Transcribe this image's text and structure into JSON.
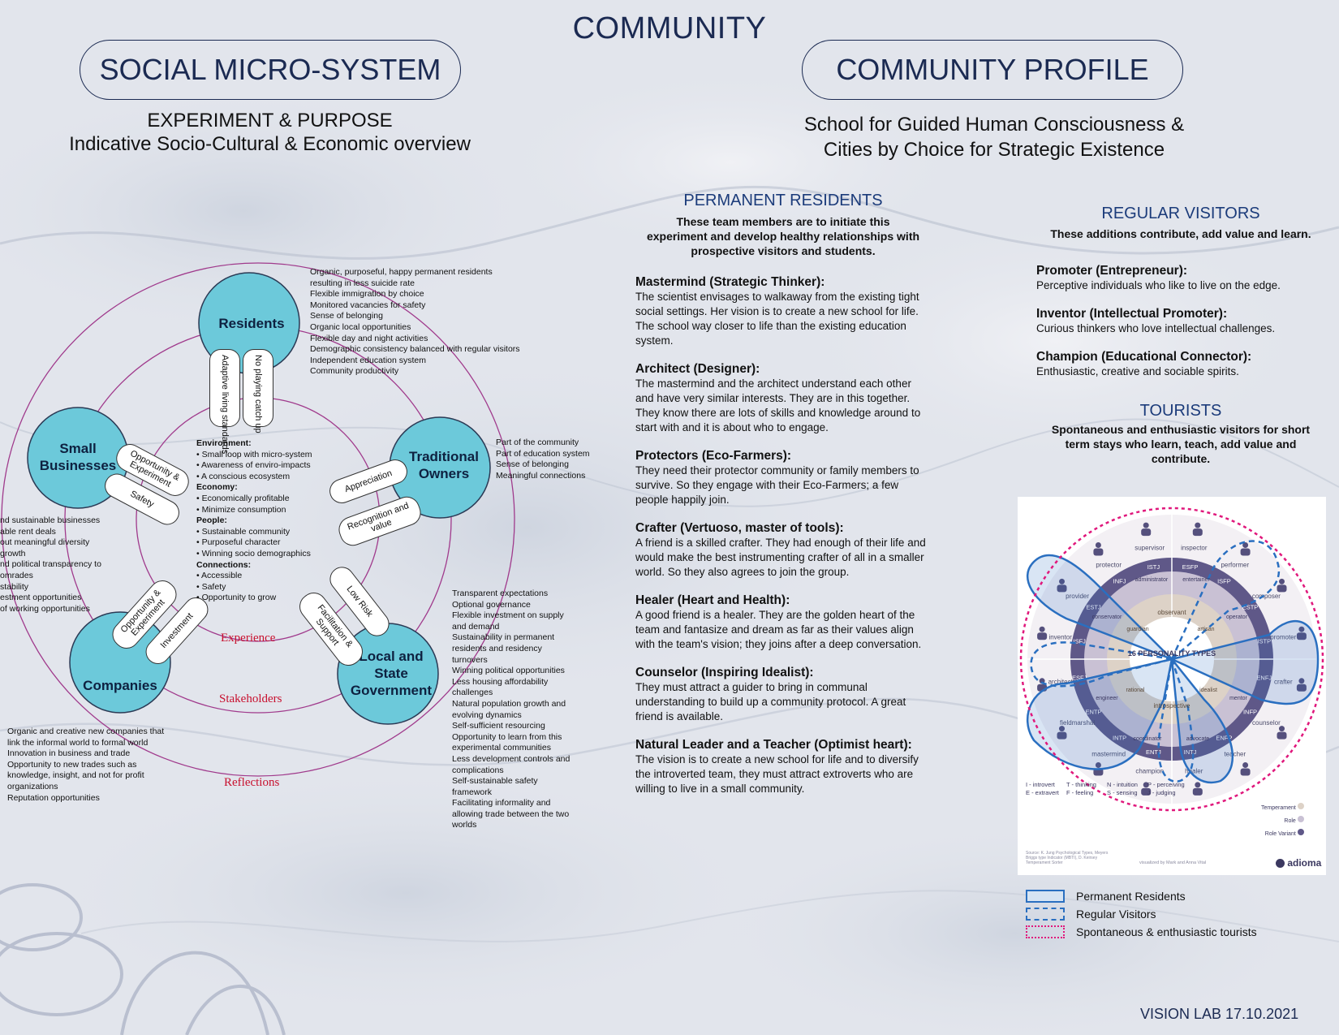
{
  "title": "COMMUNITY",
  "left": {
    "pill": "SOCIAL MICRO-SYSTEM",
    "subtitle1": "EXPERIMENT & PURPOSE",
    "subtitle2": "Indicative Socio-Cultural & Economic overview",
    "nodes": {
      "residents": "Residents",
      "small_businesses": "Small Businesses",
      "traditional_owners": "Traditional Owners",
      "companies": "Companies",
      "government": "Local and State Government"
    },
    "chips": {
      "no_playing": "No playing catch up",
      "adaptive": "Adaptive living standards",
      "opp_exp_top": "Opportunity & Experiment",
      "safety": "Safety",
      "appreciation": "Appreciation",
      "recognition": "Recognition and value",
      "opp_exp_bottom": "Opportunity & Experiment",
      "investment": "Investment",
      "low_risk": "Low Risk",
      "facilitation": "Facilitation & Support"
    },
    "ring_labels": [
      "Experience",
      "Stakeholders",
      "Reflections"
    ],
    "residents_notes": [
      "Organic, purposeful, happy permanent residents",
      "resulting in less suicide rate",
      "Flexible immigration by choice",
      "Monitored vacancies for safety",
      "Sense of belonging",
      "Organic local opportunities",
      "Flexible day and night activities",
      "Demographic consistency balanced with regular visitors",
      "Independent education system",
      "Community productivity"
    ],
    "owners_notes": [
      "Part of the community",
      "Part of education system",
      "Sense of belonging",
      "Meaningful connections"
    ],
    "business_notes": [
      "nd sustainable businesses",
      "able rent deals",
      "out meaningful diversity",
      " growth",
      "nd political transparency to",
      "omrades",
      "stability",
      "estment opportunities",
      "of working opportunities"
    ],
    "companies_notes": [
      "Organic and creative new companies that",
      "link the informal world to formal world",
      "Innovation in business and trade",
      "Opportunity to new trades such as",
      "knowledge, insight, and not for profit",
      "organizations",
      "Reputation opportunities"
    ],
    "government_notes": [
      "Transparent expectations",
      "Optional governance",
      "Flexible investment on supply",
      "and demand",
      "Sustainability in permanent",
      "residents and residency",
      "turnovers",
      "Winning political opportunities",
      "Less housing affordability",
      "challenges",
      "Natural population growth and",
      "evolving dynamics",
      "Self-sufficient resourcing",
      "Opportunity to learn from this",
      "experimental communities",
      "Less development controls and",
      "complications",
      "Self-sustainable safety",
      "framework",
      "Facilitating informality and",
      "allowing trade between the two",
      "worlds"
    ],
    "center_notes": [
      {
        "h": "Environment:",
        "items": [
          "• Small loop with micro-system",
          "• Awareness of enviro-impacts",
          "• A conscious ecosystem"
        ]
      },
      {
        "h": "Economy:",
        "items": [
          "• Economically profitable",
          "• Minimize consumption"
        ]
      },
      {
        "h": "People:",
        "items": [
          "• Sustainable community",
          "• Purposeful character",
          "• Winning socio demographics"
        ]
      },
      {
        "h": "Connections:",
        "items": [
          "• Accessible",
          "• Safety",
          "• Opportunity to grow"
        ]
      }
    ]
  },
  "right": {
    "pill": "COMMUNITY PROFILE",
    "subtitle1": "School for Guided Human Consciousness &",
    "subtitle2": "Cities by Choice for Strategic Existence",
    "permanent": {
      "heading": "PERMANENT RESIDENTS",
      "intro": "These team members are to initiate this experiment and develop healthy relationships with prospective visitors and students.",
      "roles": [
        {
          "title": "Mastermind (Strategic Thinker):",
          "text": "The scientist envisages to walkaway from the existing tight social settings. Her vision is to create a new school for life. The school way closer to life than the existing education system."
        },
        {
          "title": "Architect (Designer):",
          "text": "The mastermind and the architect understand each other and have very similar interests. They are in this together. They know there are lots of skills and knowledge around to start with and it is about who to engage."
        },
        {
          "title": "Protectors (Eco-Farmers):",
          "text": "They need their protector community or family members to survive. So they engage with their Eco-Farmers; a few people happily join."
        },
        {
          "title": "Crafter (Vertuoso, master of tools):",
          "text": "A friend is a skilled crafter. They had enough of their life and would make the best instrumenting crafter of all in a smaller world. So they also agrees to join the group."
        },
        {
          "title": "Healer (Heart and Health):",
          "text": "A good friend is a healer. They are the golden heart of the team and fantasize and dream as far as their values align with the team's vision; they joins after a deep conversation."
        },
        {
          "title": "Counselor (Inspiring Idealist):",
          "text": "They must attract a guider to bring in communal understanding to build up a community protocol. A great friend is available."
        },
        {
          "title": "Natural Leader and a Teacher (Optimist heart):",
          "text": "The vision is to create a new school for life and to diversify the introverted team, they must attract extroverts who are willing to live in a small community."
        }
      ]
    },
    "visitors": {
      "heading": "REGULAR VISITORS",
      "intro": "These additions contribute, add value and learn.",
      "roles": [
        {
          "title": "Promoter (Entrepreneur):",
          "text": "Perceptive individuals who like to live on the edge."
        },
        {
          "title": "Inventor (Intellectual Promoter):",
          "text": "Curious thinkers who love intellectual challenges."
        },
        {
          "title": "Champion (Educational Connector):",
          "text": "Enthusiastic, creative and sociable spirits."
        }
      ]
    },
    "tourists": {
      "heading": "TOURISTS",
      "intro": "Spontaneous and enthusiastic visitors for short term stays who learn, teach, add value and contribute."
    },
    "wheel": {
      "center_title": "16 PERSONALITY TYPES",
      "inner": [
        "observant",
        "introspective"
      ],
      "temperaments": [
        "guardian",
        "artisan",
        "rational",
        "idealist"
      ],
      "role_variants": [
        "administrator",
        "entertainer",
        "conservator",
        "operator",
        "coordinator",
        "engineer",
        "mentor",
        "advocate"
      ],
      "types": [
        "ISTJ",
        "ESFP",
        "ISFP",
        "ESTP",
        "ISTP",
        "ENFJ",
        "INFP",
        "ENFP",
        "INTJ",
        "ENTJ",
        "INTP",
        "ENTP",
        "ESFJ",
        "ISFJ",
        "ESTJ",
        "INFJ"
      ],
      "roles": [
        "supervisor",
        "inspector",
        "performer",
        "composer",
        "promoter",
        "crafter",
        "counselor",
        "teacher",
        "healer",
        "champion",
        "mastermind",
        "fieldmarshal",
        "architect",
        "inventor",
        "provider",
        "protector"
      ],
      "key_left": [
        "I - introvert",
        "E - extravert"
      ],
      "key_mid": [
        "T - thinking",
        "F - feeling"
      ],
      "key_mid2": [
        "N - intuition",
        "S - sensing"
      ],
      "key_right": [
        "P - perceiving",
        "J - judging"
      ],
      "scale": [
        "Temperament",
        "Role",
        "Role Variant"
      ],
      "source": "Source: K. Jung Psychological Types, Meyers Briggs type Indicator (MBTI), D. Keirsey Temperament Sorter",
      "credit": "visualized by Mark and Anna Vital",
      "brand": "adioma"
    },
    "legend": [
      "Permanent Residents",
      "Regular Visitors",
      "Spontaneous & enthusiastic tourists"
    ]
  },
  "footer": "VISION LAB 17.10.2021",
  "colors": {
    "navy": "#1b2a52",
    "teal": "#6cc9da",
    "ring": "#a03a8c",
    "blue": "#2a6fc0",
    "magenta": "#e0187c",
    "red": "#c8102e"
  }
}
